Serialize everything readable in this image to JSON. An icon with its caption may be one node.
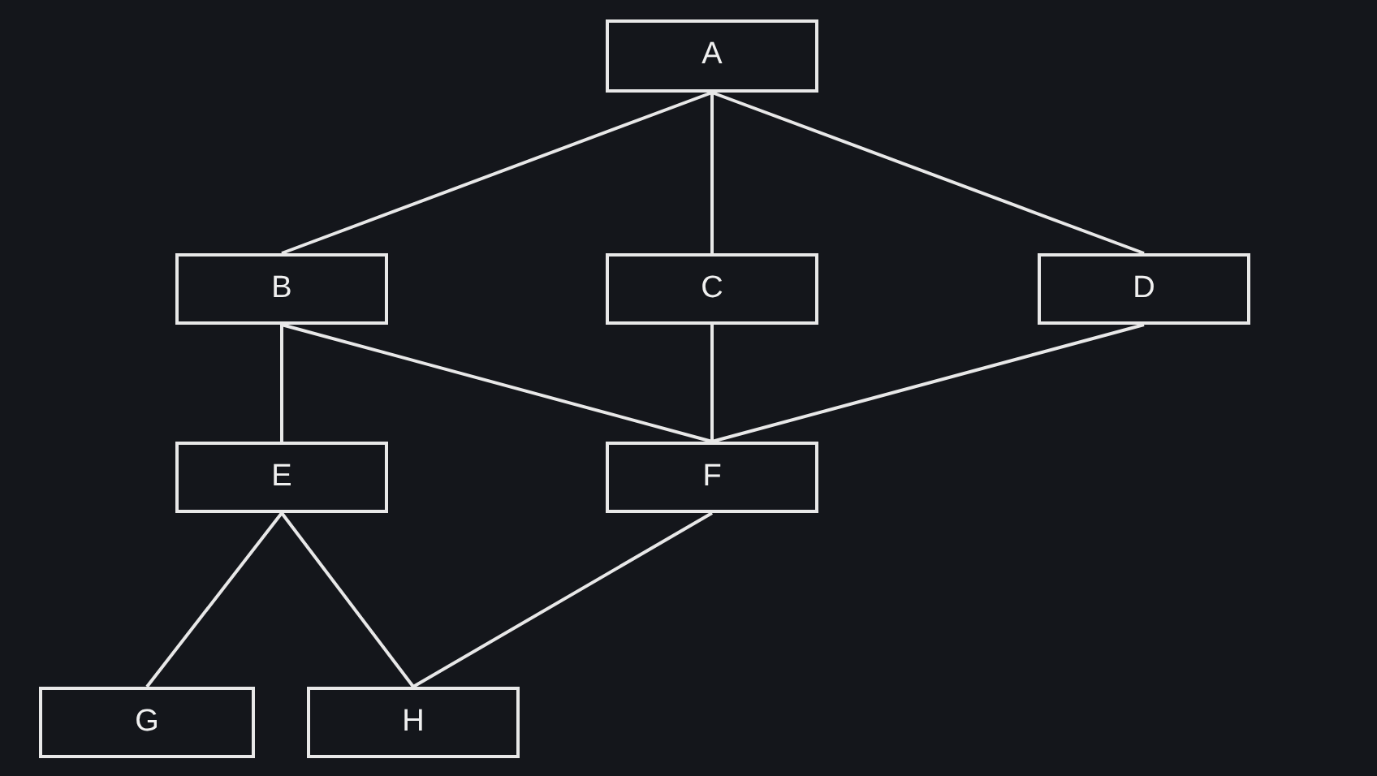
{
  "diagram": {
    "nodes": [
      {
        "text": [
          "A"
        ]
      },
      {
        "text": [
          "B"
        ]
      },
      {
        "text": [
          "C"
        ]
      },
      {
        "text": [
          "D"
        ]
      },
      {
        "text": [
          "E"
        ]
      },
      {
        "text": [
          "F"
        ]
      },
      {
        "text": [
          "G"
        ]
      },
      {
        "text": [
          "H"
        ]
      }
    ],
    "edges": [
      {
        "from": 0,
        "to": 1,
        "arrow": "none"
      },
      {
        "from": 0,
        "to": 2,
        "arrow": "none"
      },
      {
        "from": 0,
        "to": 3,
        "arrow": "none"
      },
      {
        "from": 1,
        "to": 4,
        "arrow": "none"
      },
      {
        "from": 1,
        "to": 5,
        "arrow": "none"
      },
      {
        "from": 2,
        "to": 5,
        "arrow": "none"
      },
      {
        "from": 3,
        "to": 5,
        "arrow": "none"
      },
      {
        "from": 4,
        "to": 6,
        "arrow": "none"
      },
      {
        "from": 4,
        "to": 7,
        "arrow": "none"
      },
      {
        "from": 5,
        "to": 7,
        "arrow": "none"
      }
    ]
  }
}
